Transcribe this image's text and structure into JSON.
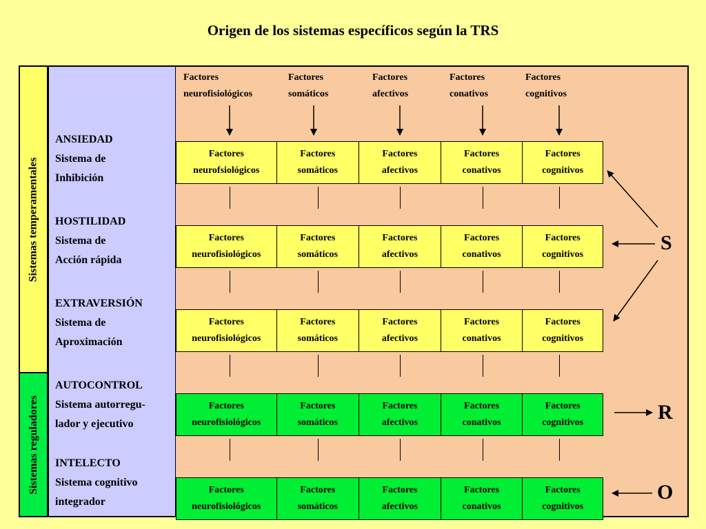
{
  "title": "Origen de los sistemas específicos según la TRS",
  "side_labels": {
    "temperamental": "Sistemas  temperamentales",
    "regulatory": "Sistemas  reguladores"
  },
  "top_factors": [
    {
      "line1": "Factores",
      "line2": "neurofisiológicos"
    },
    {
      "line1": "Factores",
      "line2": "somáticos"
    },
    {
      "line1": "Factores",
      "line2": "afectivos"
    },
    {
      "line1": "Factores",
      "line2": "conativos"
    },
    {
      "line1": "Factores",
      "line2": "cognitivos"
    }
  ],
  "systems": [
    {
      "name": "ANSIEDAD",
      "line2": "Sistema de",
      "line3": "Inhibición",
      "color": "#ffff66",
      "factors": [
        {
          "line1": "Factores",
          "line2": "neurofsiológicos"
        },
        {
          "line1": "Factores",
          "line2": "somáticos"
        },
        {
          "line1": "Factores",
          "line2": "afectivos"
        },
        {
          "line1": "Factores",
          "line2": "conativos"
        },
        {
          "line1": "Factores",
          "line2": "cognitivos"
        }
      ]
    },
    {
      "name": "HOSTILIDAD",
      "line2": "Sistema de",
      "line3": "Acción rápida",
      "color": "#ffff66",
      "factors": [
        {
          "line1": "Factores",
          "line2": "neurofisiológicos"
        },
        {
          "line1": "Factores",
          "line2": "somáticos"
        },
        {
          "line1": "Factores",
          "line2": "afectivos"
        },
        {
          "line1": "Factores",
          "line2": "conativos"
        },
        {
          "line1": "Factores",
          "line2": "cognitivos"
        }
      ]
    },
    {
      "name": "EXTRAVERSIÓN",
      "line2": "Sistema de",
      "line3": "Aproximación",
      "color": "#ffff66",
      "factors": [
        {
          "line1": "Factores",
          "line2": "neurofisiológicos"
        },
        {
          "line1": "Factores",
          "line2": "somáticos"
        },
        {
          "line1": "Factores",
          "line2": "afectivos"
        },
        {
          "line1": "Factores",
          "line2": "conativos"
        },
        {
          "line1": "Factores",
          "line2": "cognitivos"
        }
      ]
    },
    {
      "name": "AUTOCONTROL",
      "line2": "Sistema autorregu-",
      "line3": "lador y ejecutivo",
      "color": "#00ee33",
      "factors": [
        {
          "line1": "Factores",
          "line2": "neurofisiológicos"
        },
        {
          "line1": "Factores",
          "line2": "somáticos"
        },
        {
          "line1": "Factores",
          "line2": "afectivos"
        },
        {
          "line1": "Factores",
          "line2": "conativos"
        },
        {
          "line1": "Factores",
          "line2": "cognitivos"
        }
      ]
    },
    {
      "name": "INTELECTO",
      "line2": "Sistema cognitivo",
      "line3": "integrador",
      "color": "#00ee33",
      "factors": [
        {
          "line1": "Factores",
          "line2": "neurofisiológicos"
        },
        {
          "line1": "Factores",
          "line2": "somáticos"
        },
        {
          "line1": "Factores",
          "line2": "afectivos"
        },
        {
          "line1": "Factores",
          "line2": "conativos"
        },
        {
          "line1": "Factores",
          "line2": "cognitivos"
        }
      ]
    }
  ],
  "codes": {
    "S": "S",
    "R": "R",
    "O": "O"
  },
  "colors": {
    "page_background": "#ffff99",
    "panel_background": "#f9c99f",
    "system_column": "#ccccff",
    "temperamental": "#ffff66",
    "regulatory": "#00ee33"
  }
}
